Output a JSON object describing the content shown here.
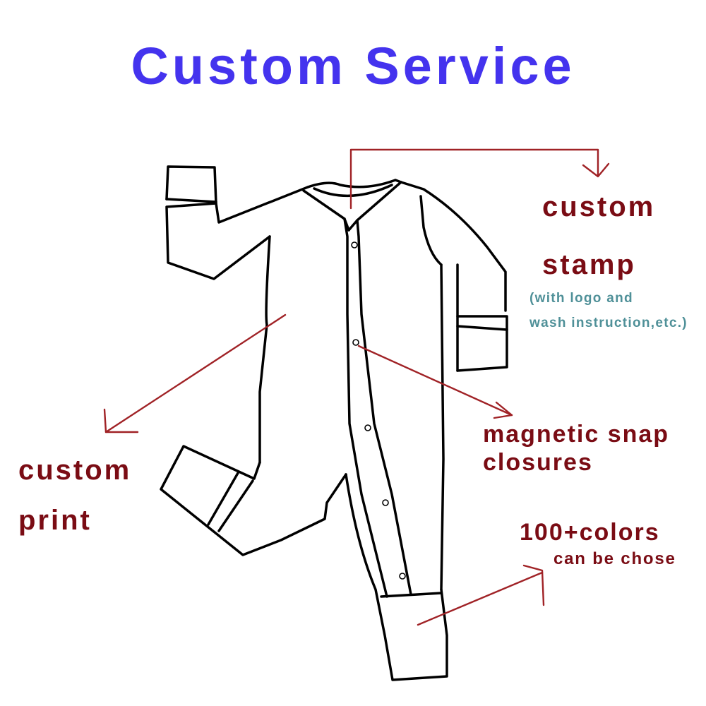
{
  "title": "Custom Service",
  "colors": {
    "title": "#4433ee",
    "label": "#7a0c14",
    "note": "#4f9098",
    "arrow": "#a02226",
    "outline": "#000000"
  },
  "labels": {
    "stamp_line1": "custom",
    "stamp_line2": "stamp",
    "stamp_note_line1": "(with logo and",
    "stamp_note_line2": "wash instruction,etc.)",
    "snap_line1": "magnetic snap",
    "snap_line2": "closures",
    "print_line1": "custom",
    "print_line2": "print",
    "colors_line1": "100+colors",
    "colors_line2": "can be chose"
  }
}
